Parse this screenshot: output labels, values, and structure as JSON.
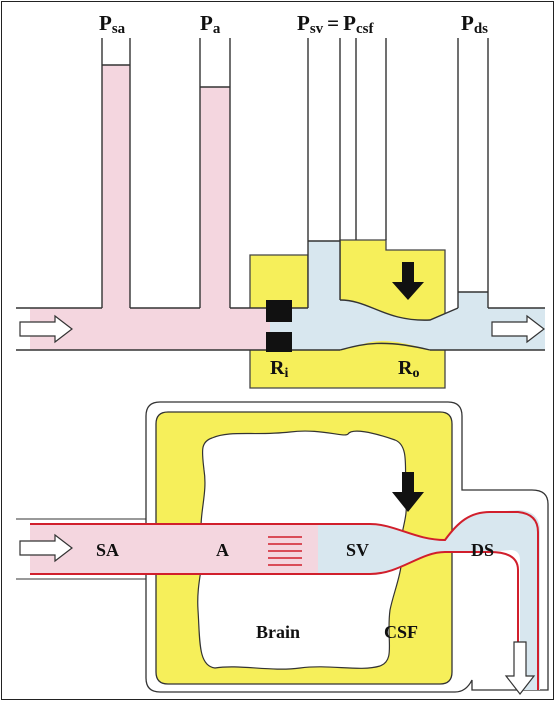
{
  "top_diagram": {
    "columns": {
      "psa": {
        "main": "P",
        "sub": "sa"
      },
      "pa": {
        "main": "P",
        "sub": "a"
      },
      "psv_pcsf": {
        "main": "P",
        "sub": "sv",
        "equals": "=",
        "main2": "P",
        "sub2": "csf"
      },
      "pds": {
        "main": "P",
        "sub": "ds"
      }
    },
    "resistors": {
      "ri": {
        "main": "R",
        "sub": "i"
      },
      "ro": {
        "main": "R",
        "sub": "o"
      }
    }
  },
  "bottom_diagram": {
    "labels": {
      "sa": "SA",
      "a": "A",
      "sv": "SV",
      "ds": "DS",
      "brain": "Brain",
      "csf": "CSF"
    }
  },
  "colors": {
    "arterial_pink": "#f2d3de",
    "venous_blue": "#d8e7ef",
    "csf_yellow": "#f6ef5a",
    "vessel_red": "#d11f2c",
    "outline": "#333333"
  }
}
